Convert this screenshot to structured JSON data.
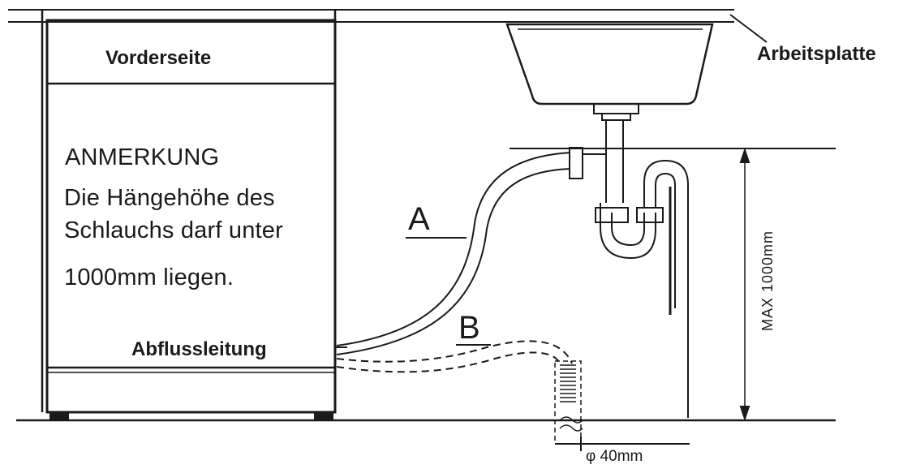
{
  "labels": {
    "front": "Vorderseite",
    "countertop": "Arbeitsplatte",
    "note_title": "ANMERKUNG",
    "note_line1": "Die Hängehöhe des",
    "note_line2": "Schlauchs darf unter",
    "note_line3": "1000mm liegen.",
    "drain_line": "Abflussleitung",
    "hose_a": "A",
    "hose_b": "B",
    "max_height": "MAX 1000mm",
    "pipe_diameter": "φ 40mm"
  },
  "colors": {
    "stroke": "#1a1a1a",
    "background": "#ffffff"
  }
}
